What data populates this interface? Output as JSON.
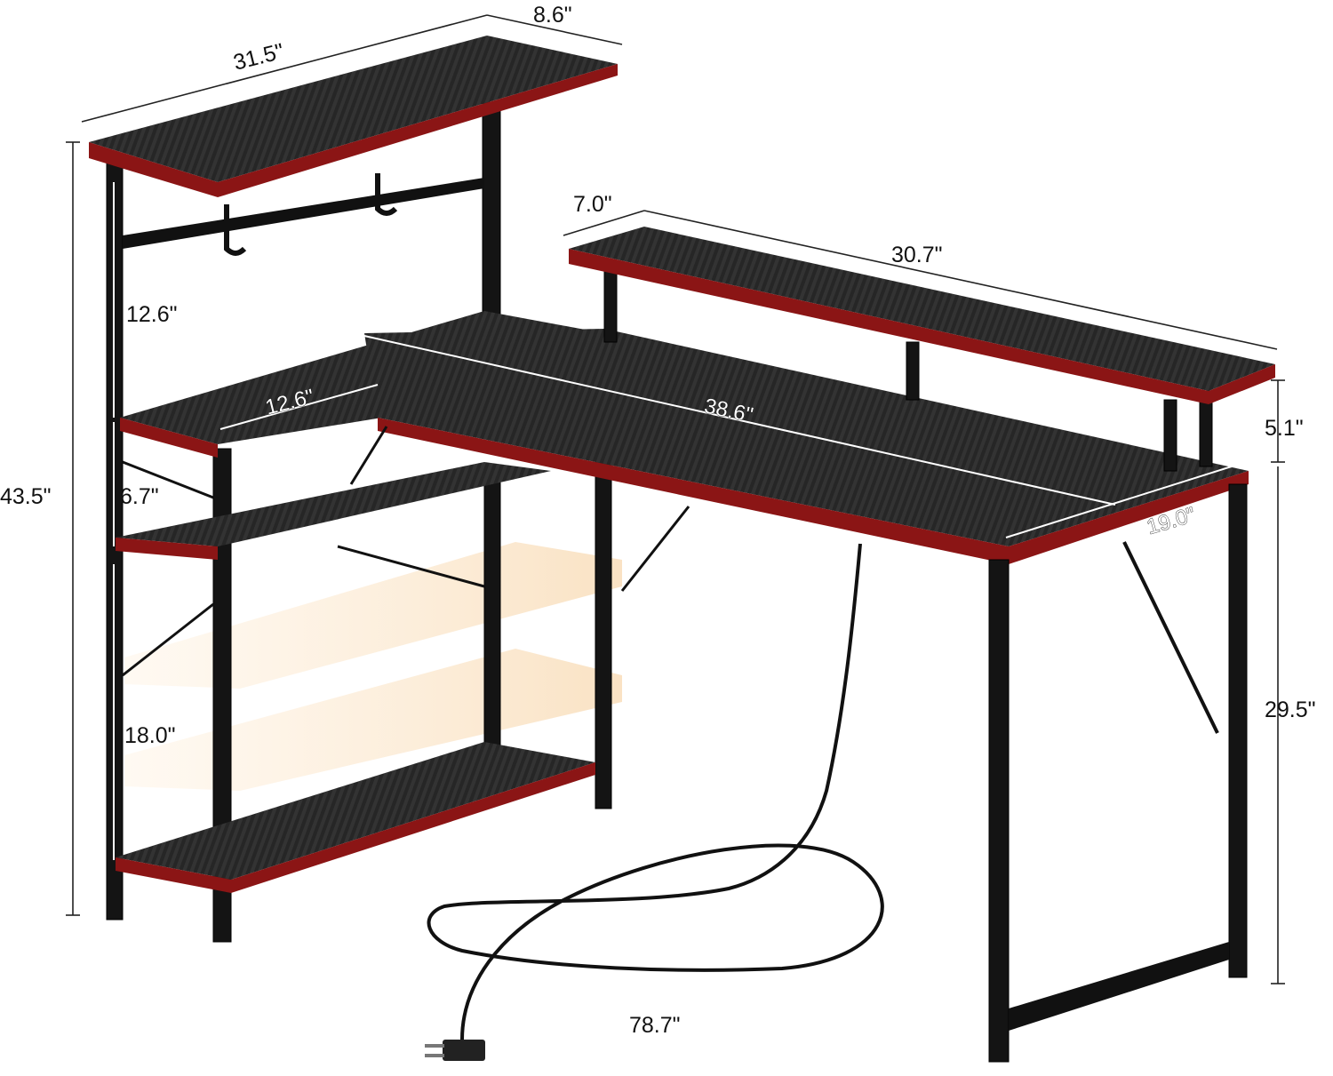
{
  "dimensions": {
    "top_shelf_width": "31.5\"",
    "top_shelf_depth": "8.6\"",
    "monitor_shelf_depth": "7.0\"",
    "monitor_shelf_width": "30.7\"",
    "shelf_gap_upper": "12.6\"",
    "side_desk_width": "12.6\"",
    "desk_length": "38.6\"",
    "overall_height": "43.5\"",
    "shelf_gap_middle": "6.7\"",
    "monitor_stand_height": "5.1\"",
    "desk_depth": "19.0\"",
    "desk_height": "29.5\"",
    "shelf_gap_lower": "18.0\"",
    "cord_length": "78.7\""
  },
  "colors": {
    "frame": "#141414",
    "edge_trim": "#8b1515",
    "surface": "#2a2a2a",
    "light_shelf": "#fbe8cf"
  }
}
